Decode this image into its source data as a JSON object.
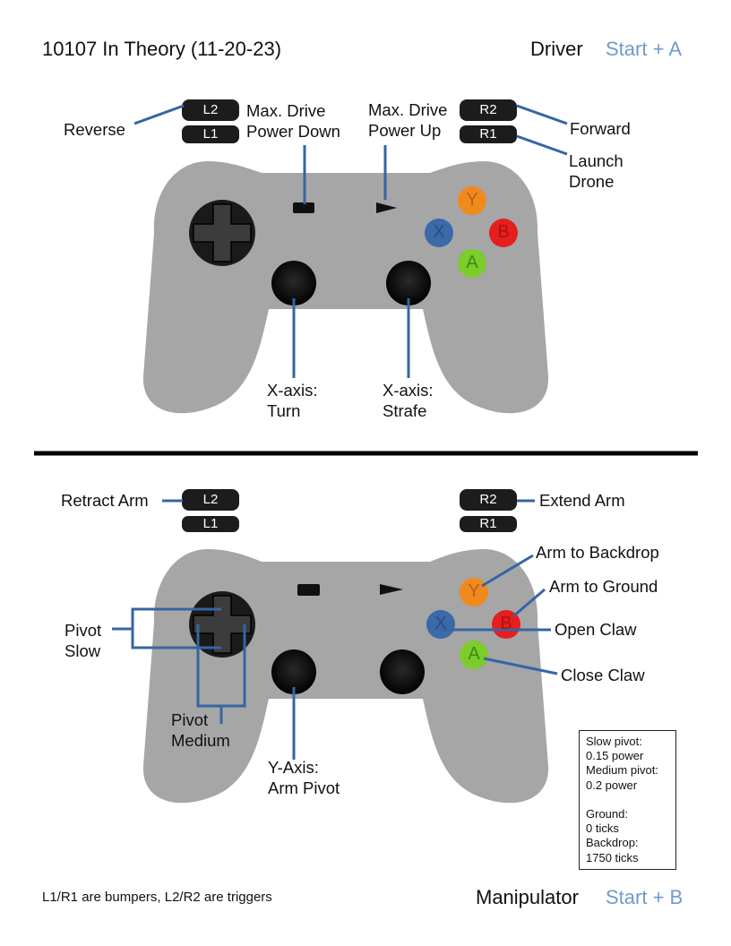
{
  "header": {
    "team_title": "10107 In Theory (11-20-23)",
    "driver_label": "Driver",
    "driver_combo": "Start + A"
  },
  "footer": {
    "note": "L1/R1 are bumpers, L2/R2 are triggers",
    "manipulator_label": "Manipulator",
    "manipulator_combo": "Start + B"
  },
  "buttons": {
    "l2": "L2",
    "l1": "L1",
    "r2": "R2",
    "r1": "R1",
    "y": "Y",
    "x": "X",
    "b": "B",
    "a": "A"
  },
  "driver": {
    "reverse": "Reverse",
    "max_power_down": [
      "Max. Drive",
      "Power Down"
    ],
    "max_power_up": [
      "Max. Drive",
      "Power Up"
    ],
    "forward": "Forward",
    "launch_drone": [
      "Launch",
      "Drone"
    ],
    "turn": [
      "X-axis:",
      "Turn"
    ],
    "strafe": [
      "X-axis:",
      "Strafe"
    ]
  },
  "manipulator": {
    "retract_arm": "Retract Arm",
    "extend_arm": "Extend Arm",
    "arm_to_backdrop": "Arm to Backdrop",
    "arm_to_ground": "Arm to Ground",
    "open_claw": "Open Claw",
    "close_claw": "Close Claw",
    "pivot_slow": [
      "Pivot",
      "Slow"
    ],
    "pivot_medium": [
      "Pivot",
      "Medium"
    ],
    "arm_pivot": [
      "Y-Axis:",
      "Arm Pivot"
    ]
  },
  "legend": {
    "lines": [
      "Slow pivot:",
      "0.15 power",
      "Medium pivot:",
      "0.2 power",
      "",
      "Ground:",
      "0 ticks",
      "Backdrop:",
      "1750 ticks"
    ]
  },
  "colors": {
    "body": "#a6a6a6",
    "stick": "#111111",
    "line": "#3565a3",
    "y": "#f08a1e",
    "x": "#3a6aa8",
    "b": "#e61e1e",
    "a": "#7ccc2c"
  }
}
